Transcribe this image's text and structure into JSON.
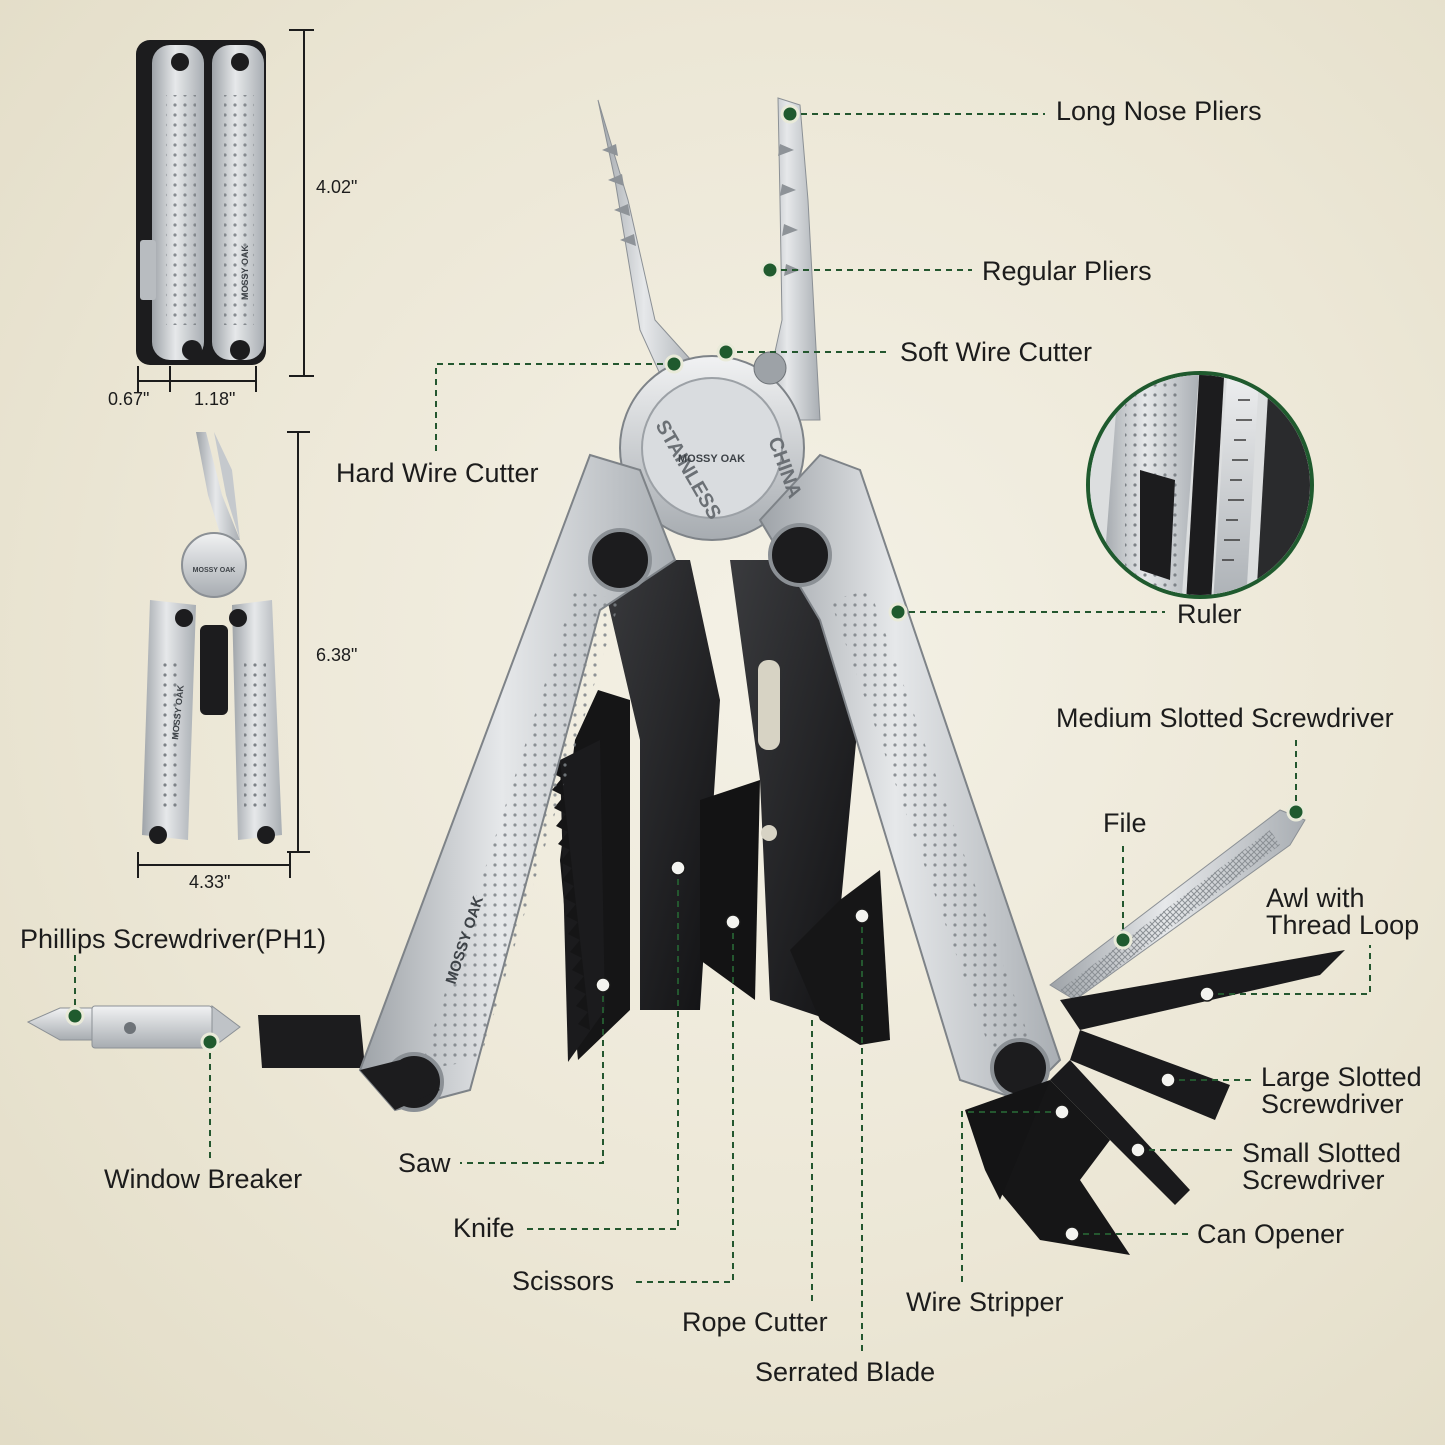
{
  "dimensions": {
    "closed_height": "4.02\"",
    "closed_depth": "0.67\"",
    "closed_width": "1.18\"",
    "open_height": "6.38\"",
    "open_width": "4.33\""
  },
  "handle_text": {
    "brand": "MOSSY OAK",
    "stamp_top": "CHINA",
    "stamp_bottom": "STAINLESS"
  },
  "tools": {
    "long_nose_pliers": "Long Nose Pliers",
    "regular_pliers": "Regular Pliers",
    "soft_wire_cutter": "Soft Wire Cutter",
    "hard_wire_cutter": "Hard Wire Cutter",
    "ruler": "Ruler",
    "medium_slotted_screwdriver": "Medium Slotted Screwdriver",
    "file": "File",
    "awl_line1": "Awl with",
    "awl_line2": "Thread Loop",
    "phillips_screwdriver": "Phillips Screwdriver(PH1)",
    "large_slotted_line1": "Large Slotted",
    "large_slotted_line2": "Screwdriver",
    "small_slotted_line1": "Small Slotted",
    "small_slotted_line2": "Screwdriver",
    "can_opener": "Can Opener",
    "window_breaker": "Window Breaker",
    "saw": "Saw",
    "knife": "Knife",
    "scissors": "Scissors",
    "rope_cutter": "Rope Cutter",
    "serrated_blade": "Serrated Blade",
    "wire_stripper": "Wire Stripper"
  },
  "colors": {
    "leader": "#24572f",
    "dot": "#1f5a2e",
    "steel": "#cfd2d5",
    "black_tool": "#1b1b1d"
  }
}
